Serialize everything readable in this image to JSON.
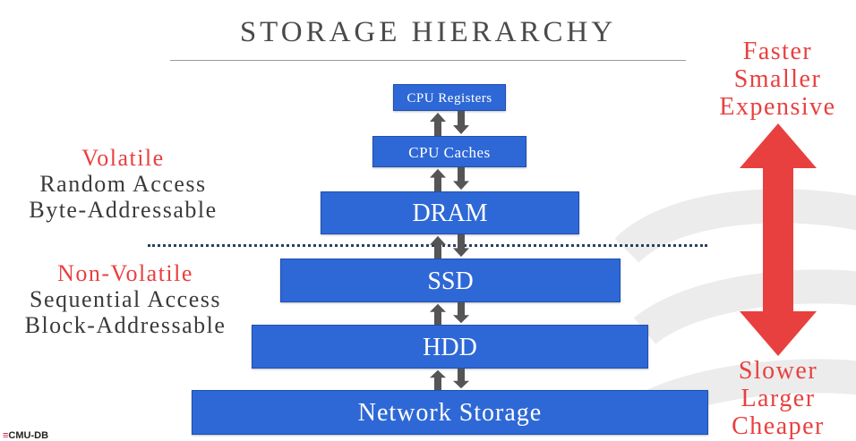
{
  "slide": {
    "title": "STORAGE HIERARCHY",
    "tiers": [
      {
        "label": "CPU Registers"
      },
      {
        "label": "CPU Caches"
      },
      {
        "label": "DRAM"
      },
      {
        "label": "SSD"
      },
      {
        "label": "HDD"
      },
      {
        "label": "Network Storage"
      }
    ],
    "volatile": {
      "heading": "Volatile",
      "line1": "Random Access",
      "line2": "Byte-Addressable"
    },
    "non_volatile": {
      "heading": "Non-Volatile",
      "line1": "Sequential Access",
      "line2": "Block-Addressable"
    },
    "top_properties": [
      "Faster",
      "Smaller",
      "Expensive"
    ],
    "bottom_properties": [
      "Slower",
      "Larger",
      "Cheaper"
    ],
    "footer_logo": "CMU-DB"
  },
  "colors": {
    "box_fill": "#2e68d6",
    "accent_red": "#e8403f",
    "text_gray": "#3a3a3a",
    "divider": "#2c3e66"
  },
  "icons": {
    "tier_arrows": "up-down-arrow-pair-icon",
    "speed_cost_arrow": "double-headed-arrow-icon"
  }
}
